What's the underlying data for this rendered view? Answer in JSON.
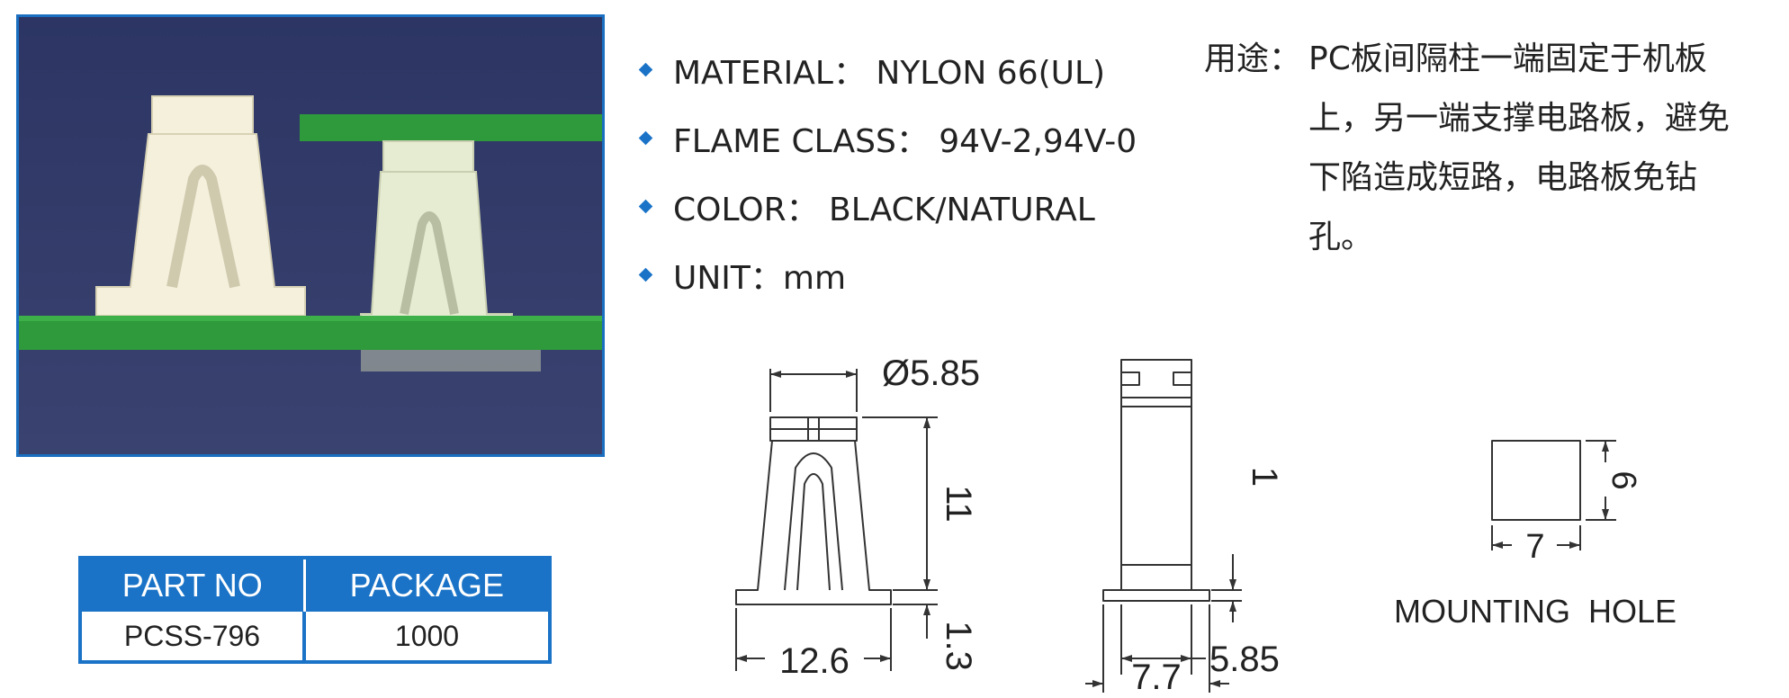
{
  "specs": [
    {
      "label": "MATERIAL： NYLON 66(UL)"
    },
    {
      "label": "FLAME CLASS： 94V-2,94V-0"
    },
    {
      "label": "COLOR： BLACK/NATURAL"
    },
    {
      "label": "UNIT：mm"
    }
  ],
  "usage": {
    "label": "用途：",
    "lines": [
      "PC板间隔柱一端固定于机板",
      "上，另一端支撑电路板，避免",
      "下陷造成短路，电路板免钻",
      "孔。"
    ]
  },
  "table": {
    "headers": [
      "PART NO",
      "PACKAGE"
    ],
    "row": [
      "PCSS-796",
      "1000"
    ]
  },
  "drawing": {
    "diameter": "Ø5.85",
    "height": "11",
    "base_thickness": "1.3",
    "width": "12.6",
    "side_step": "1",
    "side_width": "5.85",
    "side_total": "7.7",
    "hole_height": "6",
    "hole_width": "7",
    "hole_label": "MOUNTING  HOLE"
  },
  "colors": {
    "accent": "#1a73c7",
    "pcb": "#2f9a3a",
    "part": "#f3efd8"
  }
}
